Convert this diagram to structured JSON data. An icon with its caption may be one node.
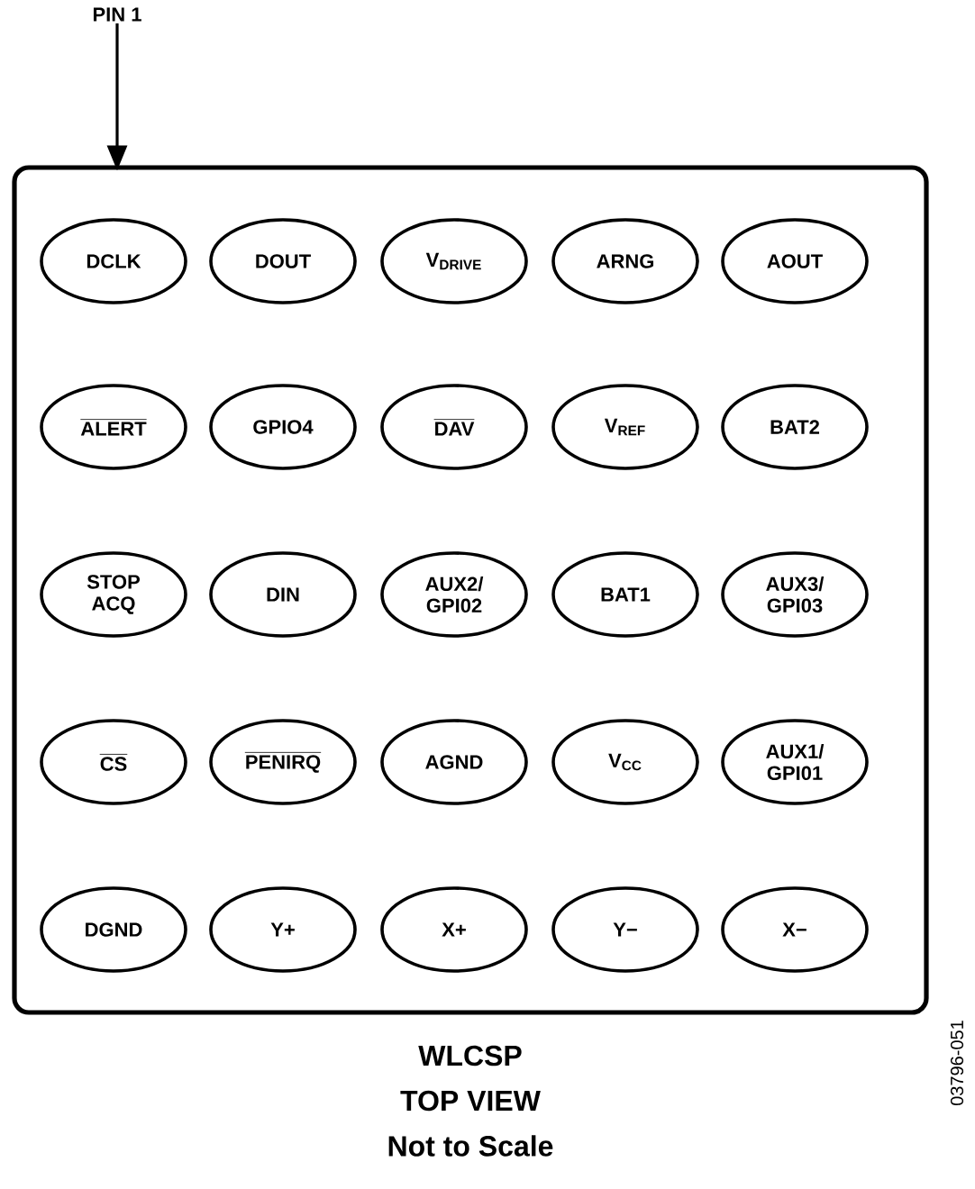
{
  "diagram": {
    "nodes": [
      {
        "text": [],
        "shape": "box"
      },
      {
        "text": [
          "DCLK"
        ],
        "in": 0
      },
      {
        "text": [
          "DOUT"
        ],
        "in": 0
      },
      {
        "text": [
          "V$_{DRIVE}$"
        ],
        "in": 0
      },
      {
        "text": [
          "ARNG"
        ],
        "in": 0
      },
      {
        "text": [
          "AOUT"
        ],
        "in": 0
      },
      {
        "text": [
          "ALERT"
        ],
        "in": 0
      },
      {
        "text": [
          "GPIO4"
        ],
        "in": 0
      },
      {
        "text": [
          "DAV"
        ],
        "in": 0
      },
      {
        "text": [
          "V$_{REF}$"
        ],
        "in": 0
      },
      {
        "text": [
          "BAT2"
        ],
        "in": 0
      },
      {
        "text": [
          "STOP ACQ"
        ],
        "in": 0
      },
      {
        "text": [
          "DIN"
        ],
        "in": 0
      },
      {
        "text": [
          "AUX2/ GPI02"
        ],
        "in": 0
      },
      {
        "text": [
          "BAT1"
        ],
        "in": 0
      },
      {
        "text": [
          "AUX3/ GPI03"
        ],
        "in": 0
      },
      {
        "text": [
          "CS"
        ],
        "in": 0
      },
      {
        "text": [
          "PENIRQ"
        ],
        "in": 0
      },
      {
        "text": [
          "AGND"
        ],
        "in": 0
      },
      {
        "text": [
          "V$_{CC}$"
        ],
        "in": 0
      },
      {
        "text": [
          "AUX1/ GPI01"
        ],
        "in": 0
      },
      {
        "text": [
          "DGND"
        ],
        "in": 0
      },
      {
        "text": [
          "Y+"
        ],
        "in": 0
      },
      {
        "text": [
          "X+"
        ],
        "in": 0
      },
      {
        "text": [
          "Y−"
        ],
        "in": 0
      },
      {
        "text": [
          "X−"
        ],
        "in": 0
      },
      {
        "text": [
          "PIN 1"
        ]
      }
    ],
    "edges": [
      {
        "from": 26,
        "to": 0,
        "arrow": "to"
      }
    ],
    "labels": [
      "WLCSP",
      "TOP VIEW",
      "Not to Scale",
      "03796-051"
    ]
  }
}
